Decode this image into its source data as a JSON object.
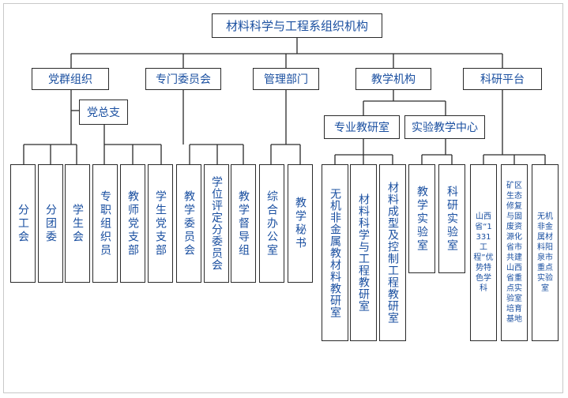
{
  "title": "材料科学与工程系组织机构",
  "level1": {
    "party": "党群组织",
    "committees": "专门委员会",
    "management": "管理部门",
    "teaching": "教学机构",
    "research": "科研平台"
  },
  "party_general_branch": "党总支",
  "teaching_sub": {
    "professional": "专业教研室",
    "experiment_center": "实验教学中心"
  },
  "leaves": {
    "branch_union": "分工会",
    "branch_league": "分团委",
    "student_union": "学生会",
    "full_time_staff": "专职组织员",
    "teacher_branch": "教师党支部",
    "student_branch": "学生党支部",
    "teaching_committee": "教学委员会",
    "degree_committee": "学位评定分委员会",
    "supervision_group": "教学督导组",
    "general_office": "综合办公室",
    "teaching_secretary": "教学秘书",
    "inorganic_office": "无机非金属教材料教研室",
    "mse_office": "材料科学与工程教研室",
    "forming_office": "材料成型及控制工程教研室",
    "teaching_lab": "教学实验室",
    "research_lab": "科研实验室",
    "shanxi_discipline": "山西省“1331工程”优势特色学科",
    "mine_ecology": "矿区生态修复与固废资源化省市共建山西省重点实验室培育基地",
    "yangquan_lab": "无机非金属材料阳泉市重点实验室"
  }
}
